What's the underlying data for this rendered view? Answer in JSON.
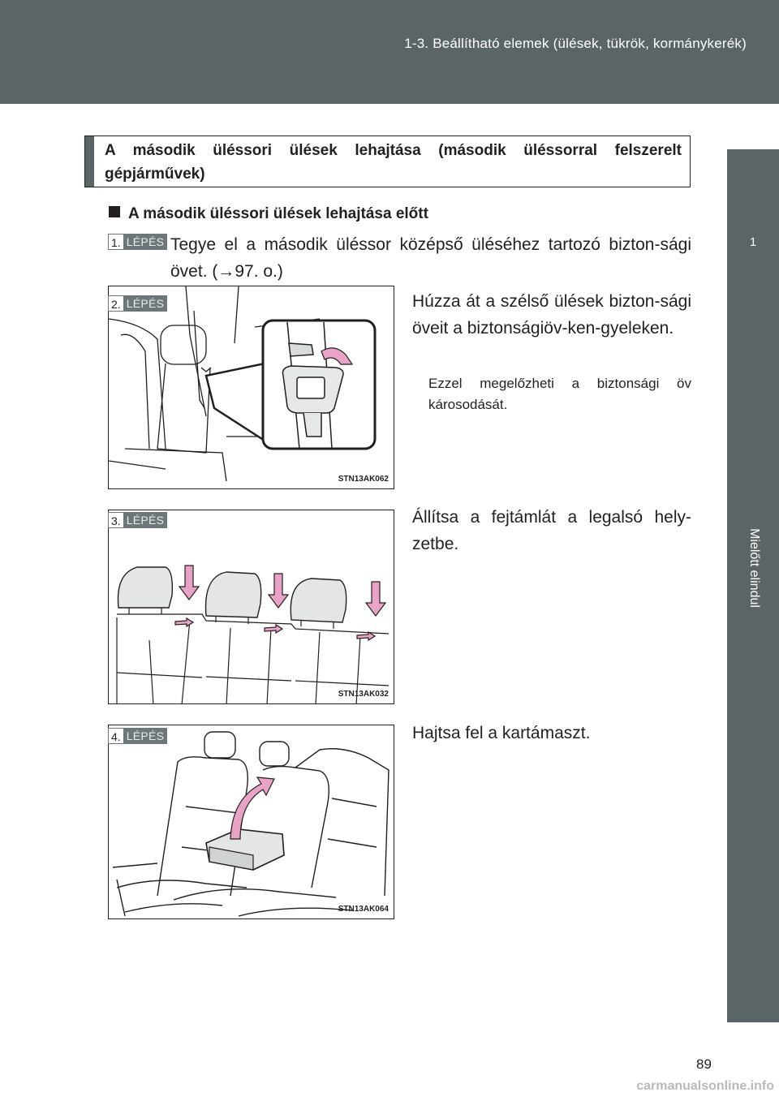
{
  "header": {
    "title": "1-3. Beállítható elemek (ülések, tükrök, kormánykerék)"
  },
  "side_tab": {
    "number": "1",
    "label": "Mielőtt elindul"
  },
  "section": {
    "title": "A második üléssori ülések lehajtása (második üléssorral felszerelt gépjárművek)"
  },
  "subheading": "A második üléssori ülések lehajtása előtt",
  "step_label": "LÉPÉS",
  "steps": [
    {
      "number": "1.",
      "text": "Tegye el a második üléssor középső üléséhez tartozó bizton-sági övet. (→97. o.)"
    },
    {
      "number": "2.",
      "text": "Húzza át a szélső ülések bizton-sági öveit a biztonságiöv-ken-gyeleken.",
      "note": "Ezzel megelőzheti a biztonsági öv károsodását.",
      "figure_code": "STN13AK062"
    },
    {
      "number": "3.",
      "text": "Állítsa a fejtámlát a legalsó hely-zetbe.",
      "figure_code": "STN13AK032"
    },
    {
      "number": "4.",
      "text": "Hajtsa fel a kartámaszt.",
      "figure_code": "STN13AK064"
    }
  ],
  "page_number": "89",
  "watermark": "carmanualsonline.info",
  "colors": {
    "header": "#5b6567",
    "arrow": "#e9a3c7",
    "badge": "#6d7678"
  }
}
